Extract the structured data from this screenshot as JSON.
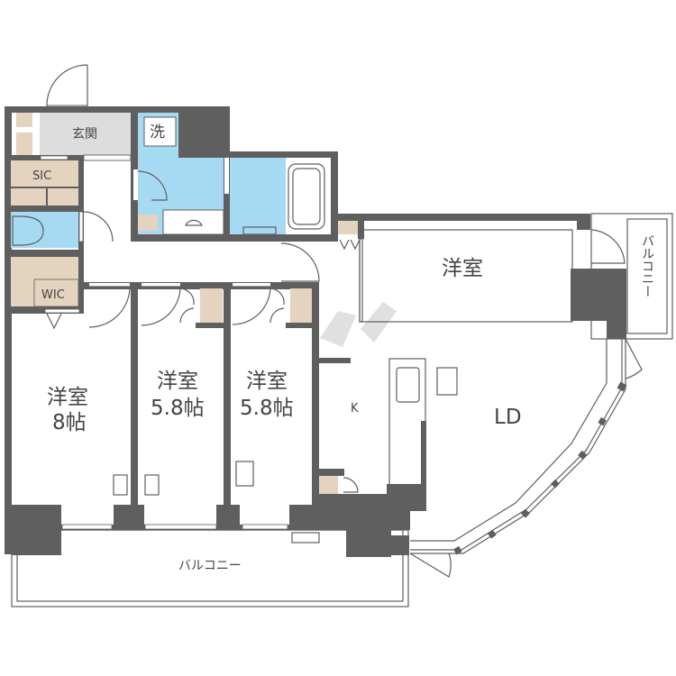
{
  "floorplan": {
    "rooms": [
      {
        "id": "genkan",
        "label": "玄関"
      },
      {
        "id": "sentaku",
        "label": "洗"
      },
      {
        "id": "sic",
        "label": "SIC"
      },
      {
        "id": "wic",
        "label": "WIC"
      },
      {
        "id": "western_room_1",
        "label": "洋室",
        "size": "8帖"
      },
      {
        "id": "western_room_2",
        "label": "洋室",
        "size": "5.8帖"
      },
      {
        "id": "western_room_3",
        "label": "洋室",
        "size": "5.8帖"
      },
      {
        "id": "western_room_4",
        "label": "洋室"
      },
      {
        "id": "kitchen",
        "label": "K"
      },
      {
        "id": "living_dining",
        "label": "LD"
      },
      {
        "id": "balcony_south",
        "label": "バルコニー"
      },
      {
        "id": "balcony_east",
        "label": "バルコニー"
      }
    ],
    "colors": {
      "wall": "#5f5f5f",
      "wet_area": "#a6d9f2",
      "storage": "#e3d3bf",
      "entrance": "#dddddd",
      "text": "#444444"
    }
  }
}
